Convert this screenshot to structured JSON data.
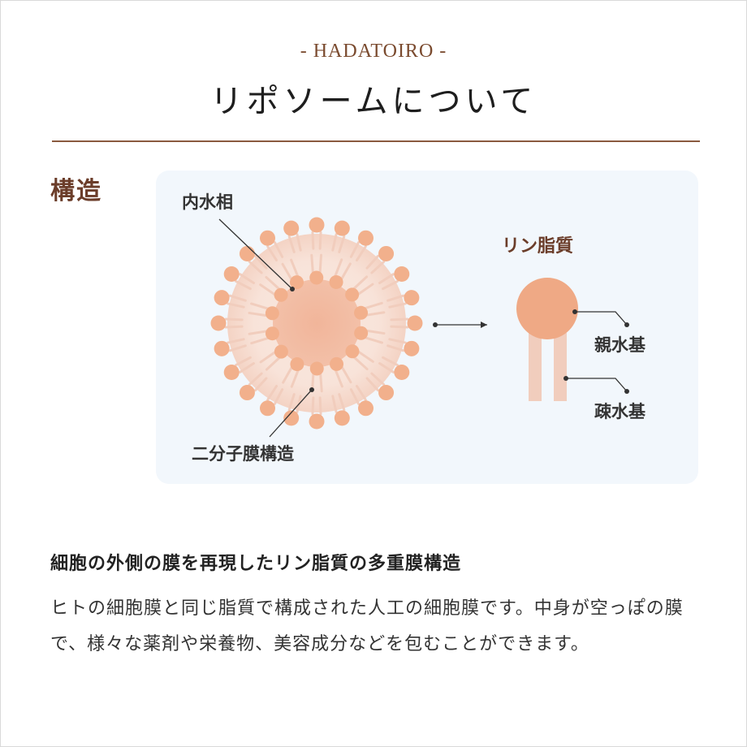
{
  "header": {
    "brand": "- HADATOIRO -",
    "title": "リポソームについて"
  },
  "section": {
    "label": "構造"
  },
  "diagram": {
    "labels": {
      "inner_aqueous": "内水相",
      "bilayer": "二分子膜構造",
      "phospholipid": "リン脂質",
      "hydrophilic": "親水基",
      "hydrophobic": "疎水基"
    },
    "colors": {
      "head": "#f2b08c",
      "head_large": "#efa985",
      "tail": "#f1cdbd",
      "outer_glow": "#f6ddd2",
      "core": "#f1b59a",
      "panel": "#f2f7fc",
      "label_text": "#333333",
      "accent_text": "#6b3d2a"
    }
  },
  "content": {
    "subheading": "細胞の外側の膜を再現したリン脂質の多重膜構造",
    "paragraph": "ヒトの細胞膜と同じ脂質で構成された人工の細胞膜です。中身が空っぽの膜で、様々な薬剤や栄養物、美容成分などを包むことができます。"
  }
}
